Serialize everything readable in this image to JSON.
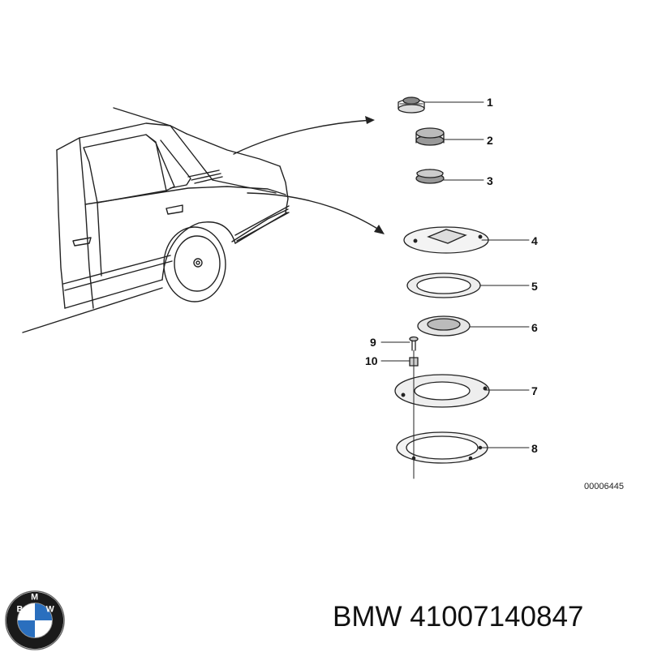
{
  "parts": [
    {
      "num": "1"
    },
    {
      "num": "2"
    },
    {
      "num": "3"
    },
    {
      "num": "4"
    },
    {
      "num": "5"
    },
    {
      "num": "6"
    },
    {
      "num": "9"
    },
    {
      "num": "10"
    },
    {
      "num": "7"
    },
    {
      "num": "8"
    }
  ],
  "reference_code": "00006445",
  "logo": {
    "text_left": "B",
    "text_mid": "M",
    "text_right": "W",
    "colors": {
      "ring": "#1a1a1a",
      "blue": "#2a6fbe",
      "white": "#ffffff"
    }
  },
  "caption": "BMW 41007140847"
}
